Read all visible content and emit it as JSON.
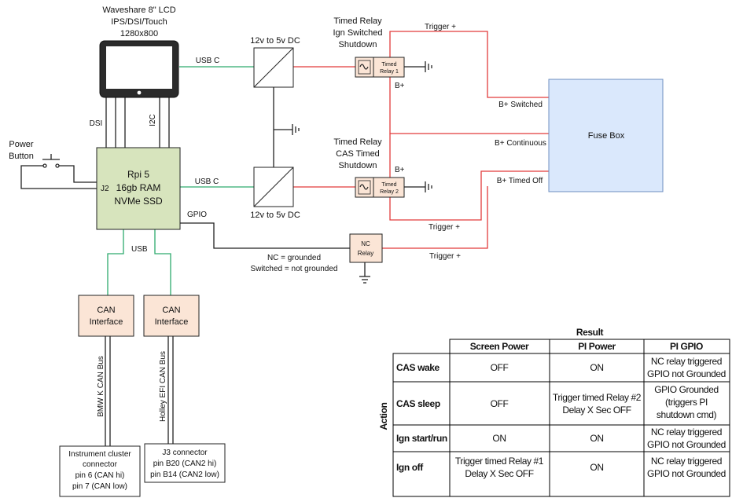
{
  "screen": {
    "title_line1": "Waveshare 8\" LCD",
    "title_line2": "IPS/DSI/Touch",
    "title_line3": "1280x800",
    "dsi_label": "DSI",
    "i2c_label": "I2C"
  },
  "rpi": {
    "line1": "Rpi 5",
    "line2": "16gb RAM",
    "line3": "NVMe SSD",
    "j2_label": "J2",
    "gpio_label": "GPIO",
    "usb_label": "USB"
  },
  "power_button": {
    "line1": "Power",
    "line2": "Button"
  },
  "converters": {
    "top_label": "12v to 5v DC",
    "bottom_label": "12v to 5v DC",
    "usbc_top": "USB C",
    "usbc_bottom": "USB C"
  },
  "relays": {
    "relay1_caption_1": "Timed Relay",
    "relay1_caption_2": "Ign Switched",
    "relay1_caption_3": "Shutdown",
    "relay1_inner_1": "Timed",
    "relay1_inner_2": "Relay 1",
    "relay2_caption_1": "Timed Relay",
    "relay2_caption_2": "CAS Timed",
    "relay2_caption_3": "Shutdown",
    "relay2_inner_1": "Timed",
    "relay2_inner_2": "Relay 2",
    "bplus": "B+",
    "nc_line1": "NC",
    "nc_line2": "Relay",
    "nc_note_1": "NC = grounded",
    "nc_note_2": "Switched = not grounded"
  },
  "wires": {
    "trigger_top": "Trigger +",
    "trigger_mid": "Trigger +",
    "trigger_low": "Trigger +",
    "bplus_switched": "B+ Switched",
    "bplus_continuous": "B+ Continuous",
    "bplus_timed_off": "B+ Timed Off"
  },
  "fuse_box": {
    "label": "Fuse Box"
  },
  "can": {
    "iface1_line1": "CAN",
    "iface1_line2": "Interface",
    "iface2_line1": "CAN",
    "iface2_line2": "Interface",
    "bus1_label": "BMW K CAN Bus",
    "bus2_label": "Holley EFI CAN Bus",
    "conn1_line1": "Instrument cluster",
    "conn1_line2": "connector",
    "conn1_line3": "pin 6 (CAN hi)",
    "conn1_line4": "pin 7 (CAN low)",
    "conn2_line1": "J3 connector",
    "conn2_line2": "pin B20 (CAN2 hi)",
    "conn2_line3": "pin B14 (CAN2 low)"
  },
  "table": {
    "result_label": "Result",
    "action_label": "Action",
    "headers": [
      "Screen Power",
      "PI Power",
      "PI GPIO"
    ],
    "rows": [
      {
        "action": "CAS wake",
        "screen": [
          "OFF"
        ],
        "pi": [
          "ON"
        ],
        "gpio": [
          "NC relay triggered",
          "GPIO not Grounded"
        ]
      },
      {
        "action": "CAS sleep",
        "screen": [
          "OFF"
        ],
        "pi": [
          "Trigger timed Relay #2",
          "Delay X Sec OFF"
        ],
        "gpio": [
          "GPIO Grounded",
          "(triggers PI",
          "shutdown cmd)"
        ]
      },
      {
        "action": "Ign start/run",
        "screen": [
          "ON"
        ],
        "pi": [
          "ON"
        ],
        "gpio": [
          "NC relay triggered",
          "GPIO not Grounded"
        ]
      },
      {
        "action": "Ign off",
        "screen": [
          "Trigger timed Relay #1",
          "Delay X Sec OFF"
        ],
        "pi": [
          "ON"
        ],
        "gpio": [
          "NC relay triggered",
          "GPIO not Grounded"
        ]
      }
    ]
  },
  "colors": {
    "red_wire": "#e23b3b",
    "green_wire": "#2eaa6e",
    "dark_wire": "#222222",
    "rpi_fill": "#d7e4bd",
    "can_fill": "#fbe5d6",
    "relay_fill": "#fbe5d6",
    "fuse_fill": "#dae8fc",
    "fuse_stroke": "#6c8ebf"
  }
}
